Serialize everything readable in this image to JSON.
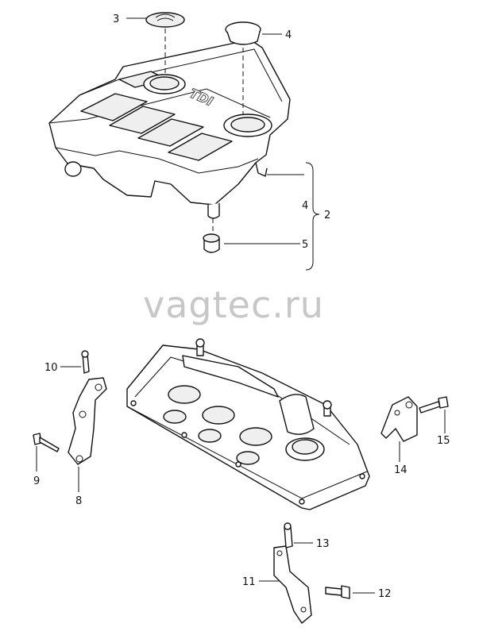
{
  "watermark": "vagtec.ru",
  "cover_badge_text": "TDI",
  "callouts": {
    "c1": "3",
    "c2": "4",
    "c3": "4",
    "c4": "2",
    "c5": "5",
    "c6": "10",
    "c7": "9",
    "c8": "8",
    "c9": "15",
    "c10": "14",
    "c11": "13",
    "c12": "11",
    "c13": "12"
  }
}
